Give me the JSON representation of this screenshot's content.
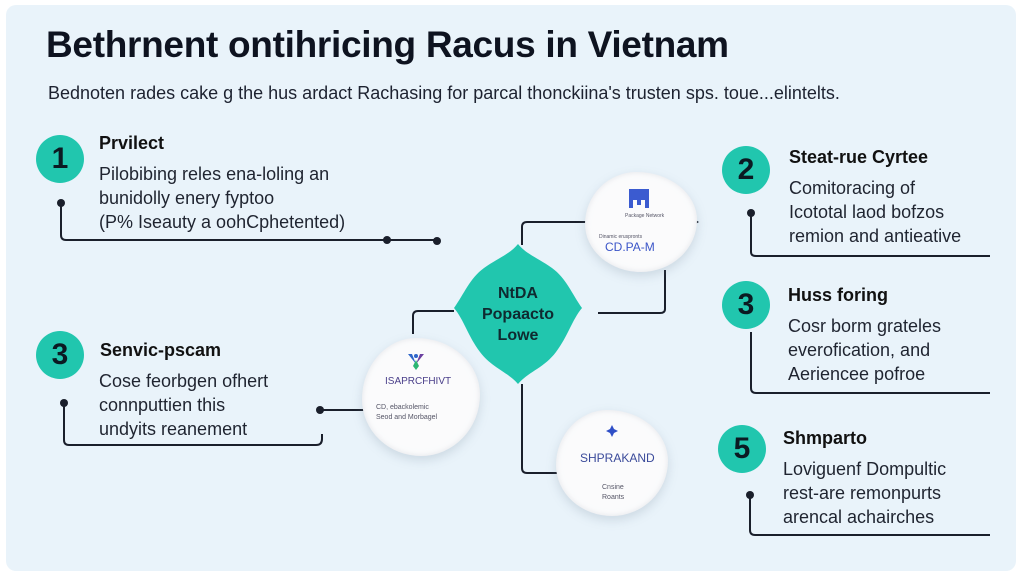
{
  "header": {
    "title": "Bethrnent ontihricing Racus in Vietnam",
    "subtitle": "Bednoten rades cake g the hus ardact Rachasing for parcal thonckiina's trusten sps. toue...elintelts."
  },
  "steps": [
    {
      "number": "1",
      "title": "Prvilect",
      "lines": [
        "Pilobibing reles ena-loling an",
        "bunidolly enery fyptoo",
        "(P% Iseauty a oohCphetented)"
      ]
    },
    {
      "number": "3",
      "title": "Senvic-pscam",
      "lines": [
        "Cose feorbgen ofhert",
        "connputtien this",
        "undyits reanement"
      ]
    },
    {
      "number": "2",
      "title": "Steat-rue Cyrtee",
      "lines": [
        "Comitoracing of",
        "Icototal laod bofzos",
        "remion and antieative"
      ]
    },
    {
      "number": "3",
      "title": "Huss foring",
      "lines": [
        "Cosr borm grateles",
        "everofication, and",
        "Aeriencee pofroe"
      ]
    },
    {
      "number": "5",
      "title": "Shmparto",
      "lines": [
        "Loviguenf Dompultic",
        "rest-are remonpurts",
        "arencal achairches"
      ]
    }
  ],
  "center": {
    "lines": [
      "NtDA",
      "Popaacto",
      "Lowe"
    ]
  },
  "nodes": {
    "top": {
      "caption": "Package Network",
      "small_label": "Dinamic eruspronts",
      "logo_text": "CD.PA-M"
    },
    "left": {
      "logo_text": "ISAPRCFHIVT",
      "line1": "CD, ebackolemic",
      "line2": "Seod and Morbagel"
    },
    "bottom": {
      "logo_text": "SHPRAKAND",
      "line1": "Cnsine",
      "line2": "Roants"
    }
  },
  "colors": {
    "accent": "#21c6ae",
    "panel": "#e9f3fa",
    "logo_blue": "#3b5bd0",
    "line": "#1a1f2b"
  }
}
